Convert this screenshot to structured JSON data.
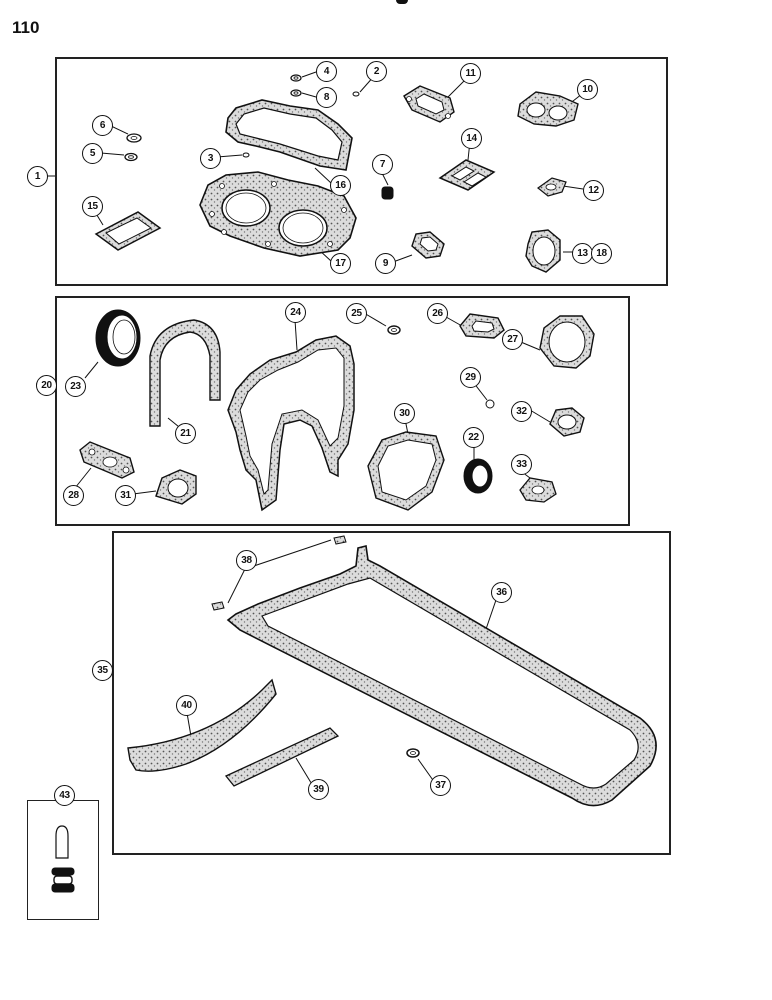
{
  "page_number": "110",
  "callouts": {
    "c1": "1",
    "c2": "2",
    "c3": "3",
    "c4": "4",
    "c5": "5",
    "c6": "6",
    "c7": "7",
    "c8": "8",
    "c9": "9",
    "c10": "10",
    "c11": "11",
    "c12": "12",
    "c13": "13",
    "c14": "14",
    "c15": "15",
    "c16": "16",
    "c17": "17",
    "c18": "18",
    "c20": "20",
    "c21": "21",
    "c22": "22",
    "c23": "23",
    "c24": "24",
    "c25": "25",
    "c26": "26",
    "c27": "27",
    "c28": "28",
    "c29": "29",
    "c30": "30",
    "c31": "31",
    "c32": "32",
    "c33": "33",
    "c35": "35",
    "c36": "36",
    "c37": "37",
    "c38": "38",
    "c39": "39",
    "c40": "40",
    "c43": "43"
  }
}
